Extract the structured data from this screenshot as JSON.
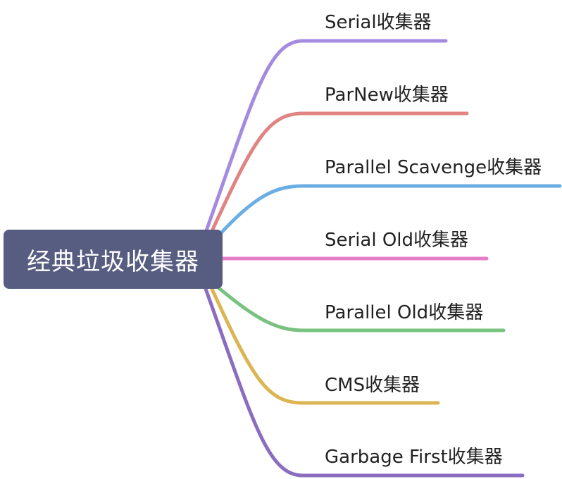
{
  "root": {
    "label": "经典垃圾收集器",
    "color": "#565d80"
  },
  "branches": [
    {
      "label": "Serial收集器",
      "color": "#a58be0"
    },
    {
      "label": "ParNew收集器",
      "color": "#e08483"
    },
    {
      "label": "Parallel Scavenge收集器",
      "color": "#6aaee3"
    },
    {
      "label": "Serial Old收集器",
      "color": "#e57ec9"
    },
    {
      "label": "Parallel Old收集器",
      "color": "#78c27f"
    },
    {
      "label": "CMS收集器",
      "color": "#dcb552"
    },
    {
      "label": "Garbage First收集器",
      "color": "#8a6dc0"
    }
  ]
}
